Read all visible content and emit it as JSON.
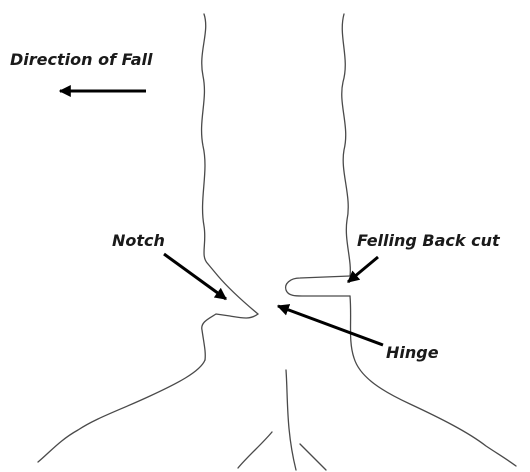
{
  "labels": {
    "direction": "Direction of Fall",
    "notch": "Notch",
    "backcut": "Felling Back cut",
    "hinge": "Hinge"
  },
  "colors": {
    "outline": "#4a4a4a",
    "arrow": "#000000",
    "text": "#1a1a1a",
    "background": "#ffffff"
  }
}
